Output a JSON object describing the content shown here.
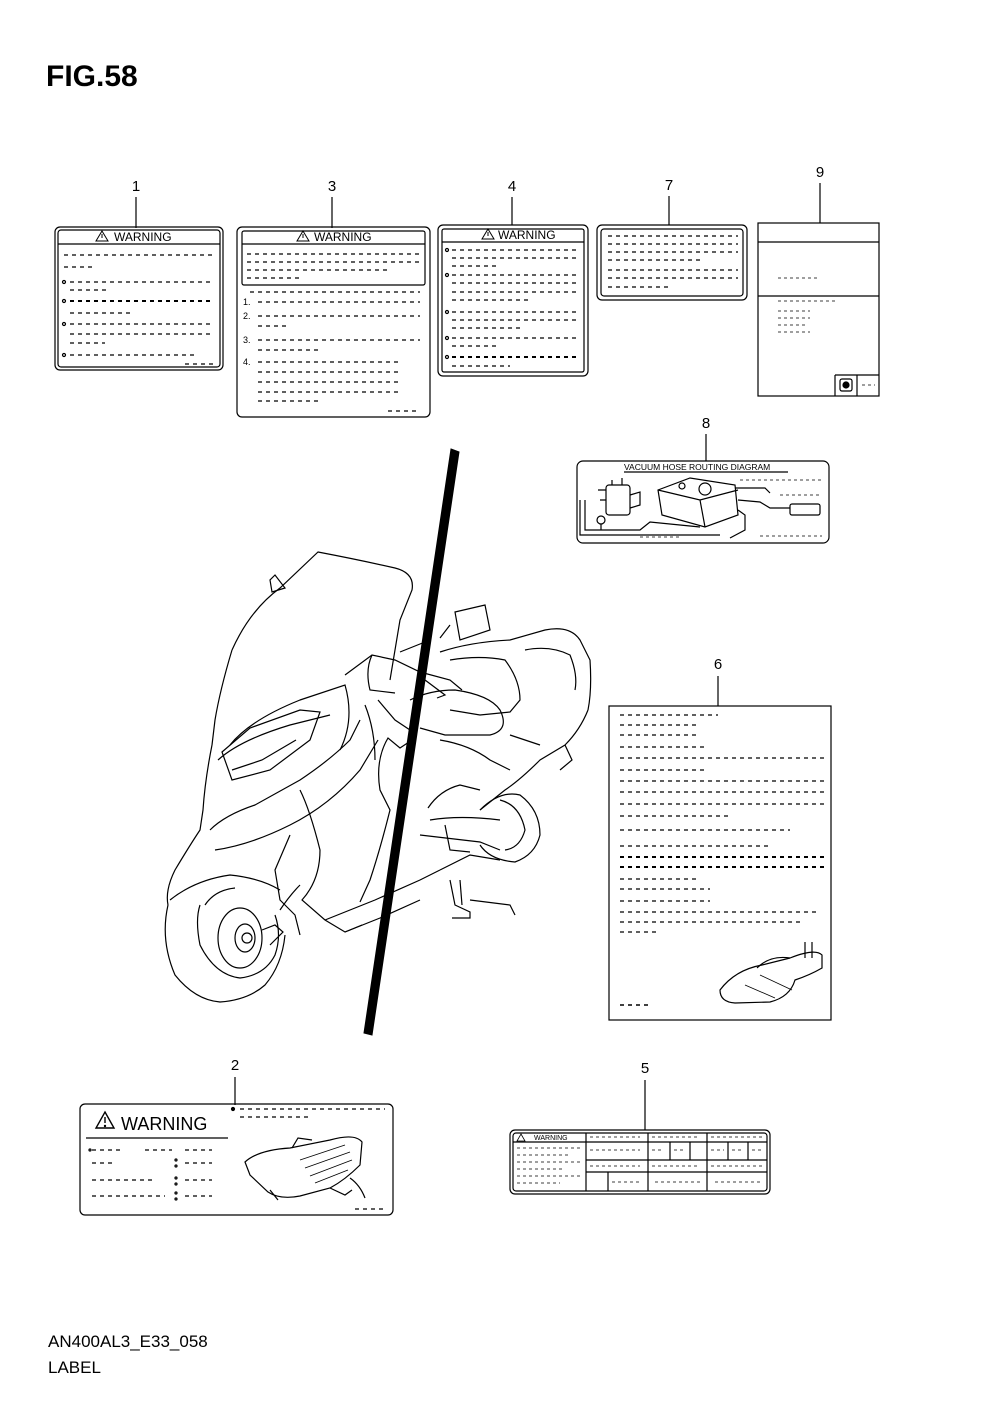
{
  "figure": {
    "title": "FIG.58"
  },
  "footer": {
    "code": "AN400AL3_E33_058",
    "name": "LABEL"
  },
  "callouts": [
    "1",
    "2",
    "3",
    "4",
    "5",
    "6",
    "7",
    "8",
    "9"
  ],
  "labels": {
    "warning": "WARNING",
    "vacuum_title": "VACUUM HOSE ROUTING DIAGRAM",
    "list_1": "1.",
    "list_2": "2.",
    "list_3": "3.",
    "list_4": "4."
  },
  "icons": {
    "warning": "warning-triangle-icon"
  }
}
